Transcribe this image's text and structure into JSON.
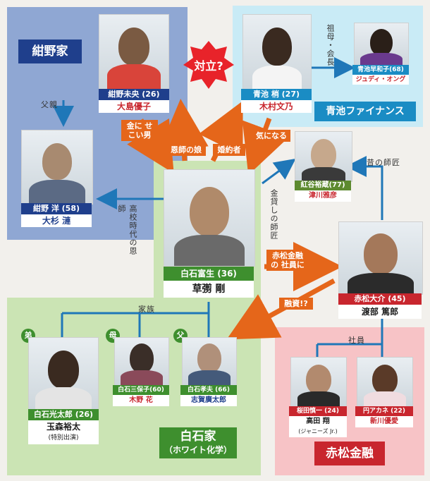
{
  "groups": {
    "konno": "紺野家",
    "aoike": "青池ファイナンス",
    "shiraishi": "白石家",
    "shiraishi_sub": "（ホワイト化学）",
    "akamatsu": "赤松金融"
  },
  "conflict": "対立?",
  "people": {
    "mio": {
      "role": "紺野未央 (26)",
      "actor": "大島優子"
    },
    "kozue": {
      "role": "青池 梢 (27)",
      "actor": "木村文乃"
    },
    "sawako": {
      "role": "青池早和子(68)",
      "actor": "ジュディ・オング"
    },
    "hiroshi": {
      "role": "紺野 洋 (58)",
      "actor": "大杉 漣"
    },
    "tomio": {
      "role": "白石富生 (36)",
      "actor": "草彅 剛"
    },
    "yuzo": {
      "role": "紅谷裕蔵(77)",
      "actor": "津川雅彦"
    },
    "daisuke": {
      "role": "赤松大介 (45)",
      "actor": "渡部 篤郎"
    },
    "kotaro": {
      "role": "白石光太郎 (26)",
      "actor": "玉森裕太",
      "note": "(特別出演)"
    },
    "mihoko": {
      "role": "白石三保子(60)",
      "actor": "木野 花"
    },
    "takao": {
      "role": "白石孝夫 (66)",
      "actor": "志賀廣太郎"
    },
    "shinichi": {
      "role": "桜田慎一 (24)",
      "actor": "高田 翔",
      "note": "(ジャニーズ Jr.)"
    },
    "akane": {
      "role": "円アカネ (22)",
      "actor": "新川優愛"
    }
  },
  "relations": {
    "money_man": "金に せこい男",
    "mentor_daughter": "恩師の娘",
    "fiance": "婚約者",
    "interested": "気になる",
    "father": "父親",
    "hs_teacher": "高校時代の恩師",
    "lending_master": "金貸しの師匠",
    "grandmother": "祖母・会長",
    "old_master": "昔の師匠",
    "become_employee": "赤松金融の 社員に",
    "loan": "融資!?",
    "family": "家族",
    "employees": "社員"
  },
  "family_tags": {
    "younger_brother": "弟",
    "mother": "母",
    "father": "父"
  },
  "colors": {
    "konno_bg": "#8fa7d3",
    "konno_role": "#1f3f8c",
    "aoike_bg": "#c9ebf6",
    "aoike_role": "#1a8cc4",
    "shiraishi_bg": "#cbe4b4",
    "shiraishi_role": "#3e8f2e",
    "akamatsu_bg": "#f7c3c6",
    "akamatsu_role": "#c8262e",
    "yuzo_role": "#5d8a2f",
    "accent": "#e5661a"
  }
}
